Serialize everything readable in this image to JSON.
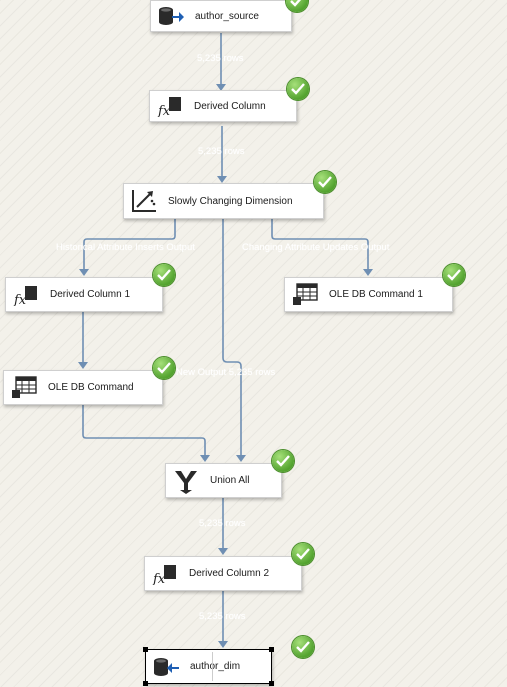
{
  "nodes": {
    "author_source": "author_source",
    "derived_column": "Derived Column",
    "scd": "Slowly Changing Dimension",
    "derived_column_1": "Derived Column 1",
    "ole_db_command_1": "OLE DB Command 1",
    "ole_db_command": "OLE DB Command",
    "union_all": "Union All",
    "derived_column_2": "Derived Column 2",
    "author_dim": "author_dim"
  },
  "flow_labels": {
    "f1": "5,235 rows",
    "f2": "5,235 rows",
    "f3": "Historical Attribute Inserts Output",
    "f4": "Changing Attribute Updates Output",
    "f5": "New Output 5,235 rows",
    "f6": "5,235 rows",
    "f7": "5,235 rows"
  },
  "colors": {
    "flow": "#6f8fb3",
    "success": "#53a32f",
    "background": "#f3f1ea"
  },
  "icons": {
    "source": "database-arrow-in-icon",
    "derived": "fx-derived-column-icon",
    "scd": "slowly-changing-dimension-icon",
    "ole": "table-grid-icon",
    "union": "union-all-icon",
    "destination": "database-arrow-out-icon",
    "status": "success-check-icon"
  }
}
